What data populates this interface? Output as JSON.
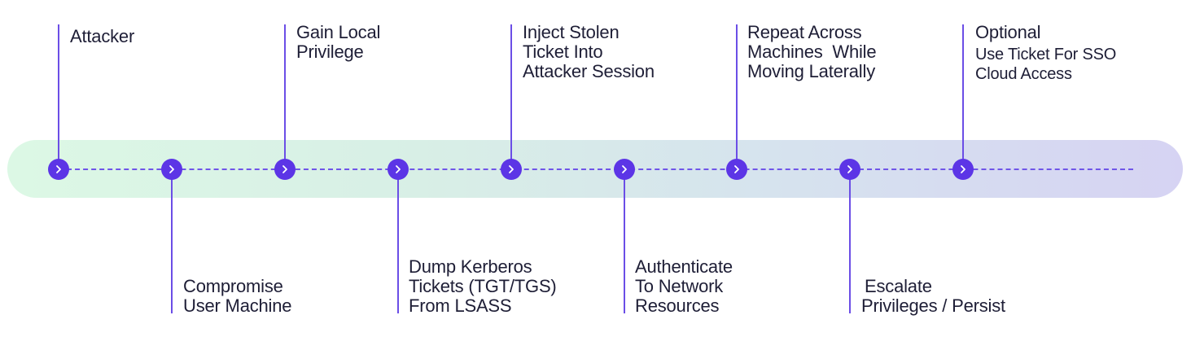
{
  "steps": [
    {
      "id": "attacker",
      "lines": [
        "Attacker"
      ]
    },
    {
      "id": "compromise",
      "lines": [
        "Compromise",
        "User Machine"
      ]
    },
    {
      "id": "gain-privilege",
      "lines": [
        "Gain Local",
        "Privilege"
      ]
    },
    {
      "id": "dump-tickets",
      "lines": [
        "Dump Kerberos",
        "Tickets (TGT/TGS)",
        "From LSASS"
      ]
    },
    {
      "id": "inject-ticket",
      "lines": [
        "Inject Stolen",
        "Ticket Into",
        "Attacker Session"
      ]
    },
    {
      "id": "authenticate",
      "lines": [
        "Authenticate",
        "To Network",
        "Resources"
      ]
    },
    {
      "id": "repeat",
      "lines": [
        "Repeat Across",
        "Machines  While",
        "Moving Laterally"
      ]
    },
    {
      "id": "escalate",
      "lines": [
        "Escalate",
        "Privileges / Persist"
      ]
    },
    {
      "id": "optional",
      "lines": [
        "Optional",
        "Use Ticket For SSO",
        "Cloud Access"
      ]
    }
  ],
  "node_icon": "chevron-right-icon",
  "colors": {
    "accent": "#5c35e6",
    "band_start": "#dcf8e5",
    "band_end": "#d6d3f3",
    "text": "#1e1e36"
  }
}
